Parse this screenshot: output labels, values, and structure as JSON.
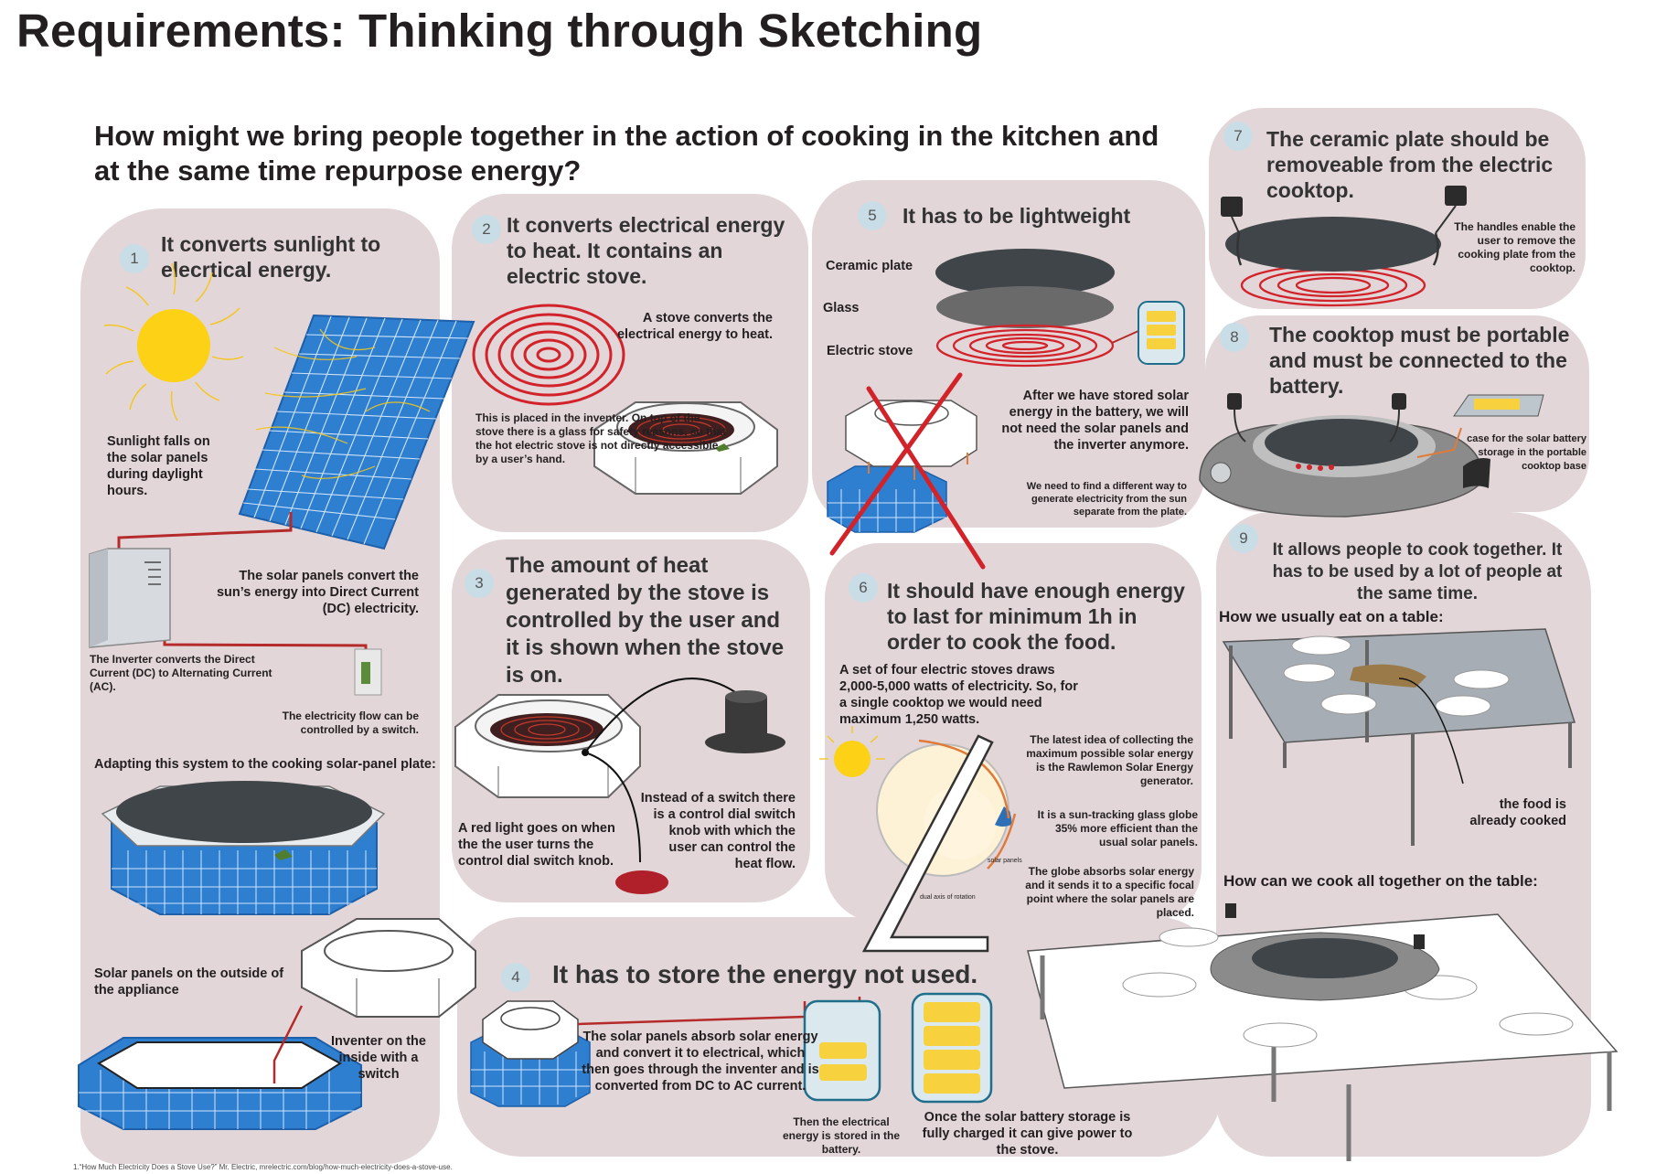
{
  "title": "Requirements: Thinking through Sketching",
  "question": "How might we bring people together in the action of cooking in the kitchen and at the same time repurpose energy?",
  "p1": {
    "num": "1",
    "head": "It converts sunlight to elecrtical energy.",
    "sunlight": "Sunlight falls on the solar panels during daylight hours.",
    "panels": "The solar panels convert the sun’s energy into Direct Current (DC) electricity.",
    "inverter": "The Inverter converts the Direct Current  (DC) to Alternating Current (AC).",
    "switch": "The electricity flow can be controlled by a switch.",
    "adapting": "Adapting this system to the cooking solar-panel plate:",
    "outside": "Solar panels on the outside of the appliance",
    "inside": "Inventer on the inside with a switch"
  },
  "p2": {
    "num": "2",
    "head": "It converts electrical energy to heat. It contains an electric stove.",
    "stove": "A stove converts the electrical energy to heat.",
    "placed": "This is placed in the inventer. On top of the stove there is a glass for safety reasons, so that the hot electric stove is not directly accessible by a user’s hand."
  },
  "p3": {
    "num": "3",
    "head": "The amount of heat generated by the stove is controlled by the user and it is shown when the stove is on.",
    "redlight": "A red light goes on when the the user turns the control dial switch knob.",
    "dial": "Instead of a switch there is a control dial switch knob with which the user can control the heat flow."
  },
  "p4": {
    "num": "4",
    "head": "It has to store the energy not used.",
    "absorb": "The solar panels absorb solar energy and convert it to electrical, which then goes through the inventer and is converted from DC to AC current.",
    "stored": "Then the electrical energy is stored in the battery.",
    "charged": "Once the solar battery storage is fully charged it can give power to the stove."
  },
  "p5": {
    "num": "5",
    "head": "It has to be lightweight",
    "ceramic": "Ceramic plate",
    "glass": "Glass",
    "electric": "Electric stove",
    "after": "After we have stored solar energy  in the battery, we will not need the solar panels and the inverter anymore.",
    "need": "We need to find a different way to generate electricity from the sun separate from the plate."
  },
  "p6": {
    "num": "6",
    "head": "It should have enough energy to last for minimum 1h in order to cook the food.",
    "set": "A set of four electric stoves draws 2,000-5,000 watts of electricity. So, for a single cooktop we would need maximum 1,250 watts.",
    "latest": "The latest idea of collecting the maximum possible solar energy is the Rawlemon Solar Energy generator.",
    "tracking": "It is a sun-tracking glass globe 35% more efficient than the usual solar panels.",
    "globe": "The globe absorbs solar energy and it sends it to a specific focal point where the solar panels are placed.",
    "solar_panels_tag": "solar panels",
    "axis_tag": "dual axis of rotation"
  },
  "p7": {
    "num": "7",
    "head": "The ceramic plate should be removeable from the electric cooktop.",
    "handles": "The handles enable the user to remove the cooking plate from the cooktop."
  },
  "p8": {
    "num": "8",
    "head": "The  cooktop must be portable and must be connected to the battery.",
    "case": "case for the solar battery storage in the portable cooktop base"
  },
  "p9": {
    "num": "9",
    "head": "It allows people to cook together. It has to be used by a lot of people at the same time.",
    "usually": "How we usually eat on a table:",
    "cooked": "the food is already cooked",
    "how": "How can we cook all together on the table:"
  },
  "footnote": "1.“How Much Electricity Does a Stove Use?” Mr. Electric, mrelectric.com/blog/how-much-electricity-does-a-stove-use.",
  "colors": {
    "panel": "#e2d6d8",
    "badge": "#c9dde6",
    "solar_blue": "#2f7fd1",
    "coil_red": "#d2232a",
    "sun": "#fcd116",
    "battery": "#f7d23e"
  },
  "icons": [
    "sun-icon",
    "solar-panel-icon",
    "inverter-box-icon",
    "switch-icon",
    "stove-coil-icon",
    "battery-icon",
    "control-knob-icon",
    "red-light-icon",
    "red-cross-icon",
    "globe-generator-icon",
    "cooktop-icon",
    "table-icon"
  ]
}
